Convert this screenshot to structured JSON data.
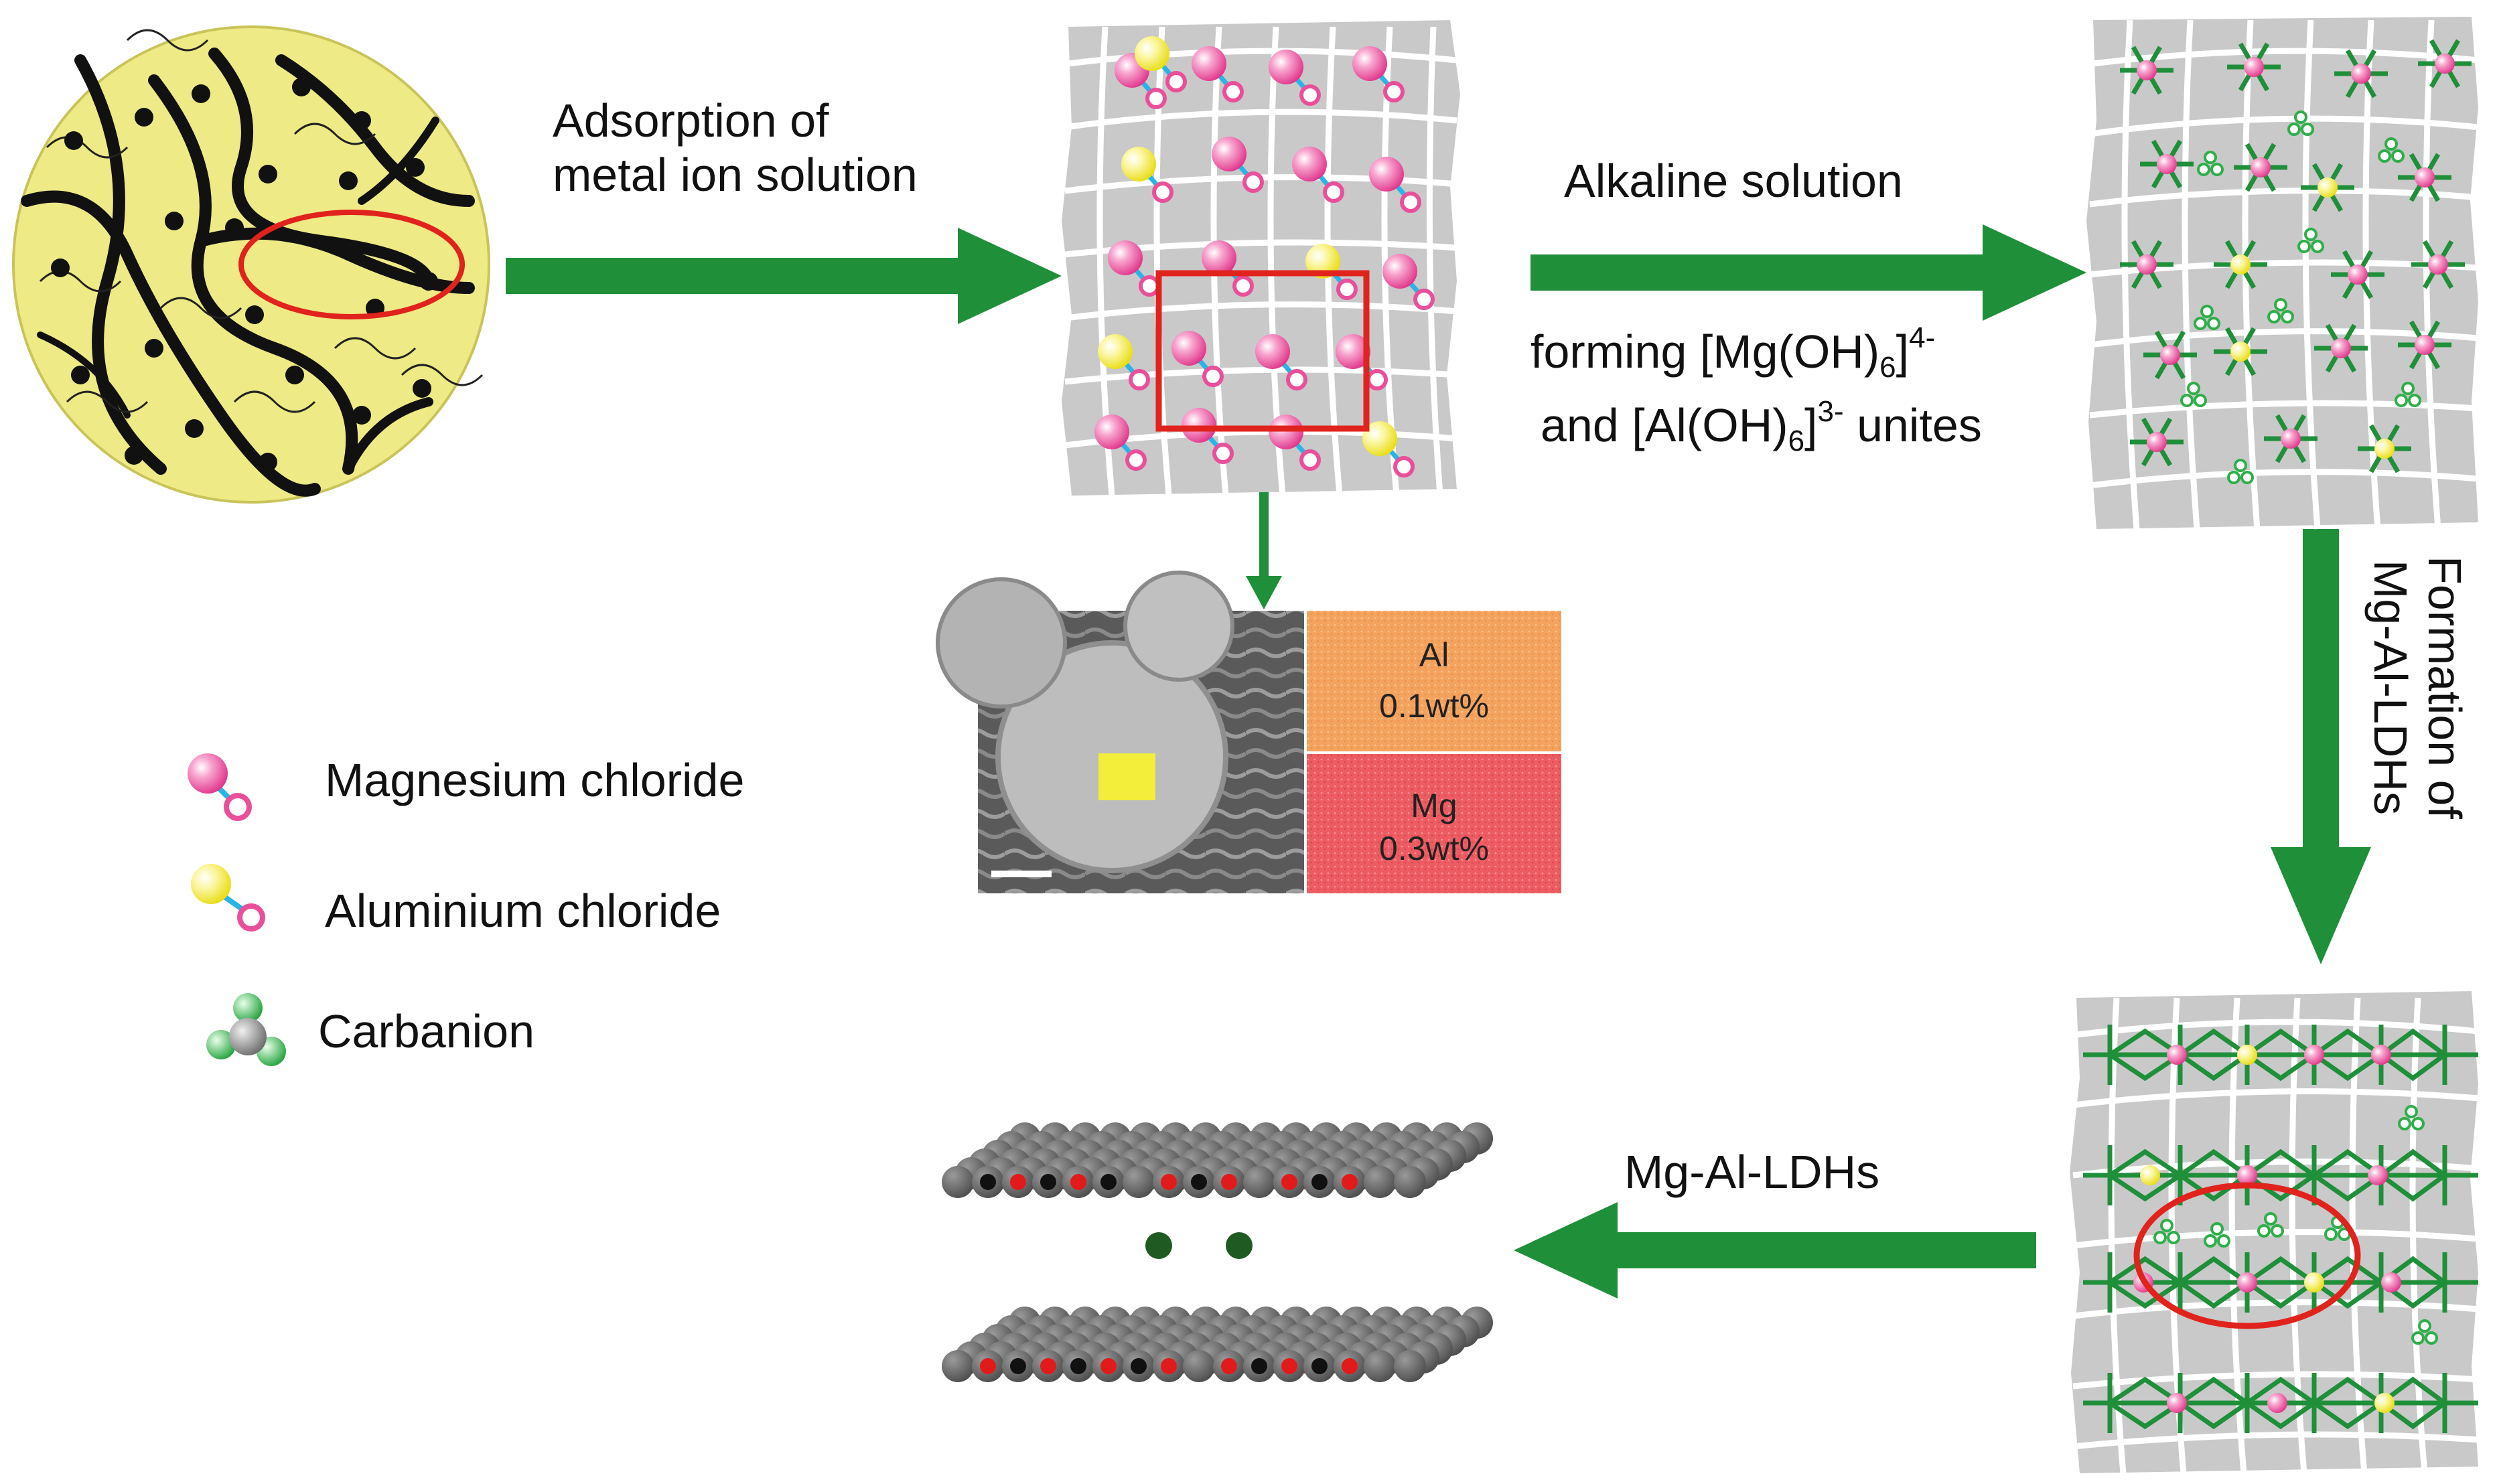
{
  "steps": {
    "adsorption": {
      "line1": "Adsorption of",
      "line2": "metal ion solution"
    },
    "alkaline": {
      "title": "Alkaline solution",
      "forming_pre": "forming [Mg(OH)",
      "forming_sub": "6",
      "forming_sup": "4-",
      "and_pre": "and [Al(OH)",
      "and_sub": "6",
      "and_sup": "3-",
      "and_post": " unites"
    },
    "formation": {
      "line1": "Formation of",
      "line2": "Mg-Al-LDHs"
    },
    "result": {
      "label": "Mg-Al-LDHs"
    }
  },
  "eds": {
    "al_label": "Al",
    "al_value": "0.1wt%",
    "mg_label": "Mg",
    "mg_value": "0.3wt%",
    "al_color": "#f4a35f",
    "mg_color": "#ee5c63"
  },
  "legend": [
    {
      "icon": "magnesium-chloride-icon",
      "label": "Magnesium chloride"
    },
    {
      "icon": "aluminium-chloride-icon",
      "label": "Aluminium chloride"
    },
    {
      "icon": "carbanion-icon",
      "label": "Carbanion"
    }
  ],
  "colors": {
    "arrow": "#1f8f3a",
    "highlight": "#e0231c",
    "magnesium": "#ea4f9a",
    "aluminium": "#f3ee3a",
    "chloride": "#28b4e6",
    "carbanion": "#2fae4a",
    "matrix": "#c9c9c9",
    "circle_bg": "#eeea85",
    "layer": "#6a6a6a"
  }
}
